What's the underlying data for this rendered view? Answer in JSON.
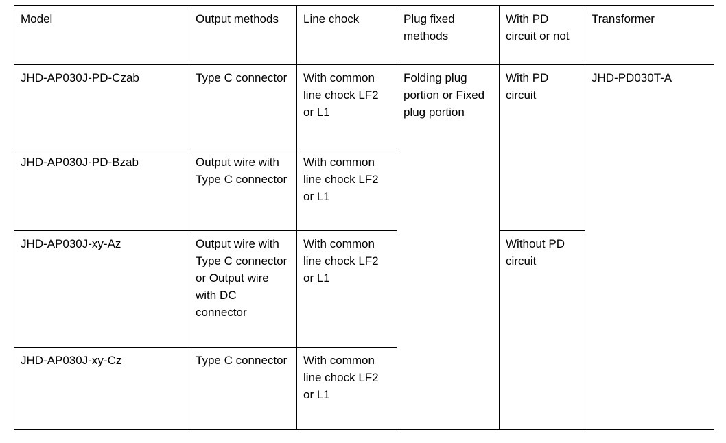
{
  "table": {
    "columns": [
      {
        "key": "model",
        "header": "Model"
      },
      {
        "key": "output_methods",
        "header": "Output\nmethods"
      },
      {
        "key": "line_chock",
        "header": "Line chock"
      },
      {
        "key": "plug_fixed_methods",
        "header": "Plug fixed\nmethods"
      },
      {
        "key": "pd_circuit",
        "header": "With PD\ncircuit or\nnot"
      },
      {
        "key": "transformer",
        "header": "Transformer"
      }
    ],
    "headers": {
      "model": "Model",
      "output_methods": "Output methods",
      "line_chock": "Line chock",
      "plug_fixed_methods": "Plug fixed methods",
      "pd_circuit": "With PD circuit or not",
      "transformer": "Transformer"
    },
    "rows": [
      {
        "model": "JHD-AP030J-PD-Czab",
        "output_methods": "Type C connector",
        "line_chock": "With common line chock LF2 or L1"
      },
      {
        "model": "JHD-AP030J-PD-Bzab",
        "output_methods": "Output wire with Type C connector",
        "line_chock": "With common line chock LF2 or L1"
      },
      {
        "model": "JHD-AP030J-xy-Az",
        "output_methods": "Output wire with Type C connector or Output wire with DC connector",
        "line_chock": "With common line chock LF2 or L1"
      },
      {
        "model": "JHD-AP030J-xy-Cz",
        "output_methods": "Type C connector",
        "line_chock": "With common line chock LF2 or L1"
      }
    ],
    "merged": {
      "plug_fixed_methods_all_rows": "Folding plug portion or Fixed plug portion",
      "pd_circuit_rows_1_2": "With PD circuit",
      "pd_circuit_rows_3_4": "Without PD circuit",
      "transformer_all_rows": "JHD-PD030T-A"
    },
    "style": {
      "border_color": "#000000",
      "text_color": "#000000",
      "background": "#ffffff"
    }
  }
}
